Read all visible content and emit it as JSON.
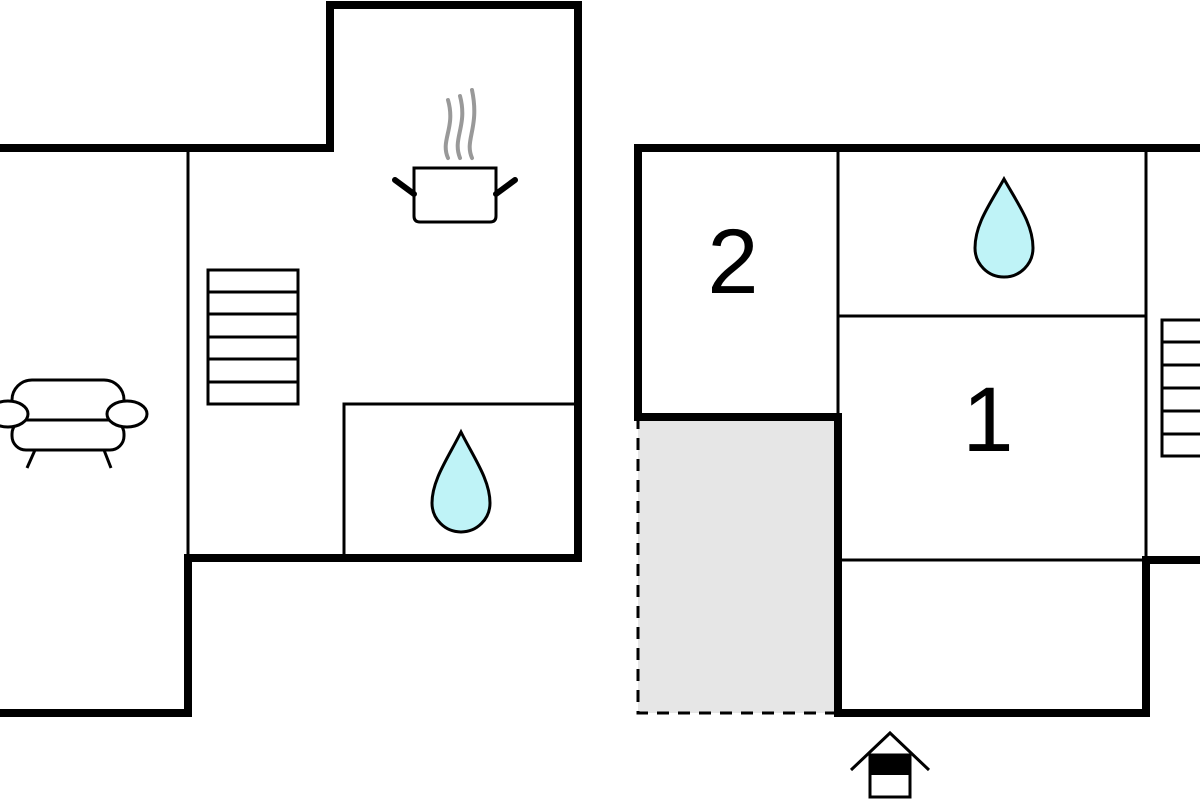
{
  "floor_plan": {
    "rooms": [
      {
        "id": "bedroom-2",
        "label": "2"
      },
      {
        "id": "bedroom-1",
        "label": "1"
      }
    ],
    "icons": [
      "sofa-icon",
      "stairs-icon",
      "cooking-pot-icon",
      "bathroom-drop-icon",
      "entrance-icon"
    ]
  },
  "colors": {
    "wall": "#000000",
    "water": "#bff3f7",
    "terrace": "#e6e6e6",
    "steam": "#999999",
    "background": "#ffffff"
  }
}
